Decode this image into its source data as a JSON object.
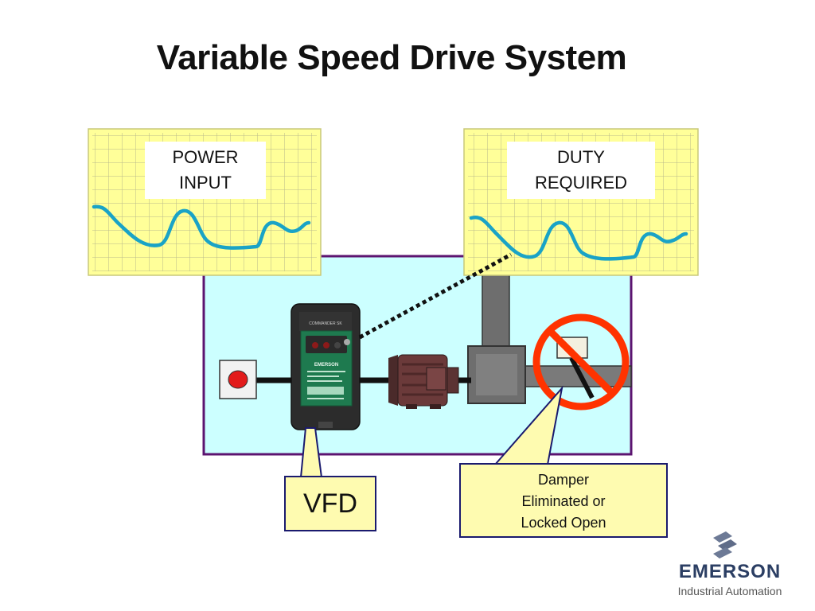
{
  "title": "Variable Speed Drive System",
  "charts": {
    "power": {
      "label_line1": "POWER",
      "label_line2": "INPUT"
    },
    "duty": {
      "label_line1": "DUTY",
      "label_line2": "REQUIRED"
    }
  },
  "drive": {
    "model": "COMMANDER SK",
    "brand": "EMERSON"
  },
  "callouts": {
    "vfd": "VFD",
    "damper_line1": "Damper",
    "damper_line2": "Eliminated or",
    "damper_line3": "Locked Open"
  },
  "logo": {
    "name": "EMERSON",
    "sub": "Industrial Automation"
  },
  "colors": {
    "chart_bg": "#ffff99",
    "curve": "#1aa3c6",
    "system_bg": "#ccffff",
    "system_border": "#5c1470",
    "callout_bg": "#fefbb0",
    "prohibit": "#ff3300"
  }
}
